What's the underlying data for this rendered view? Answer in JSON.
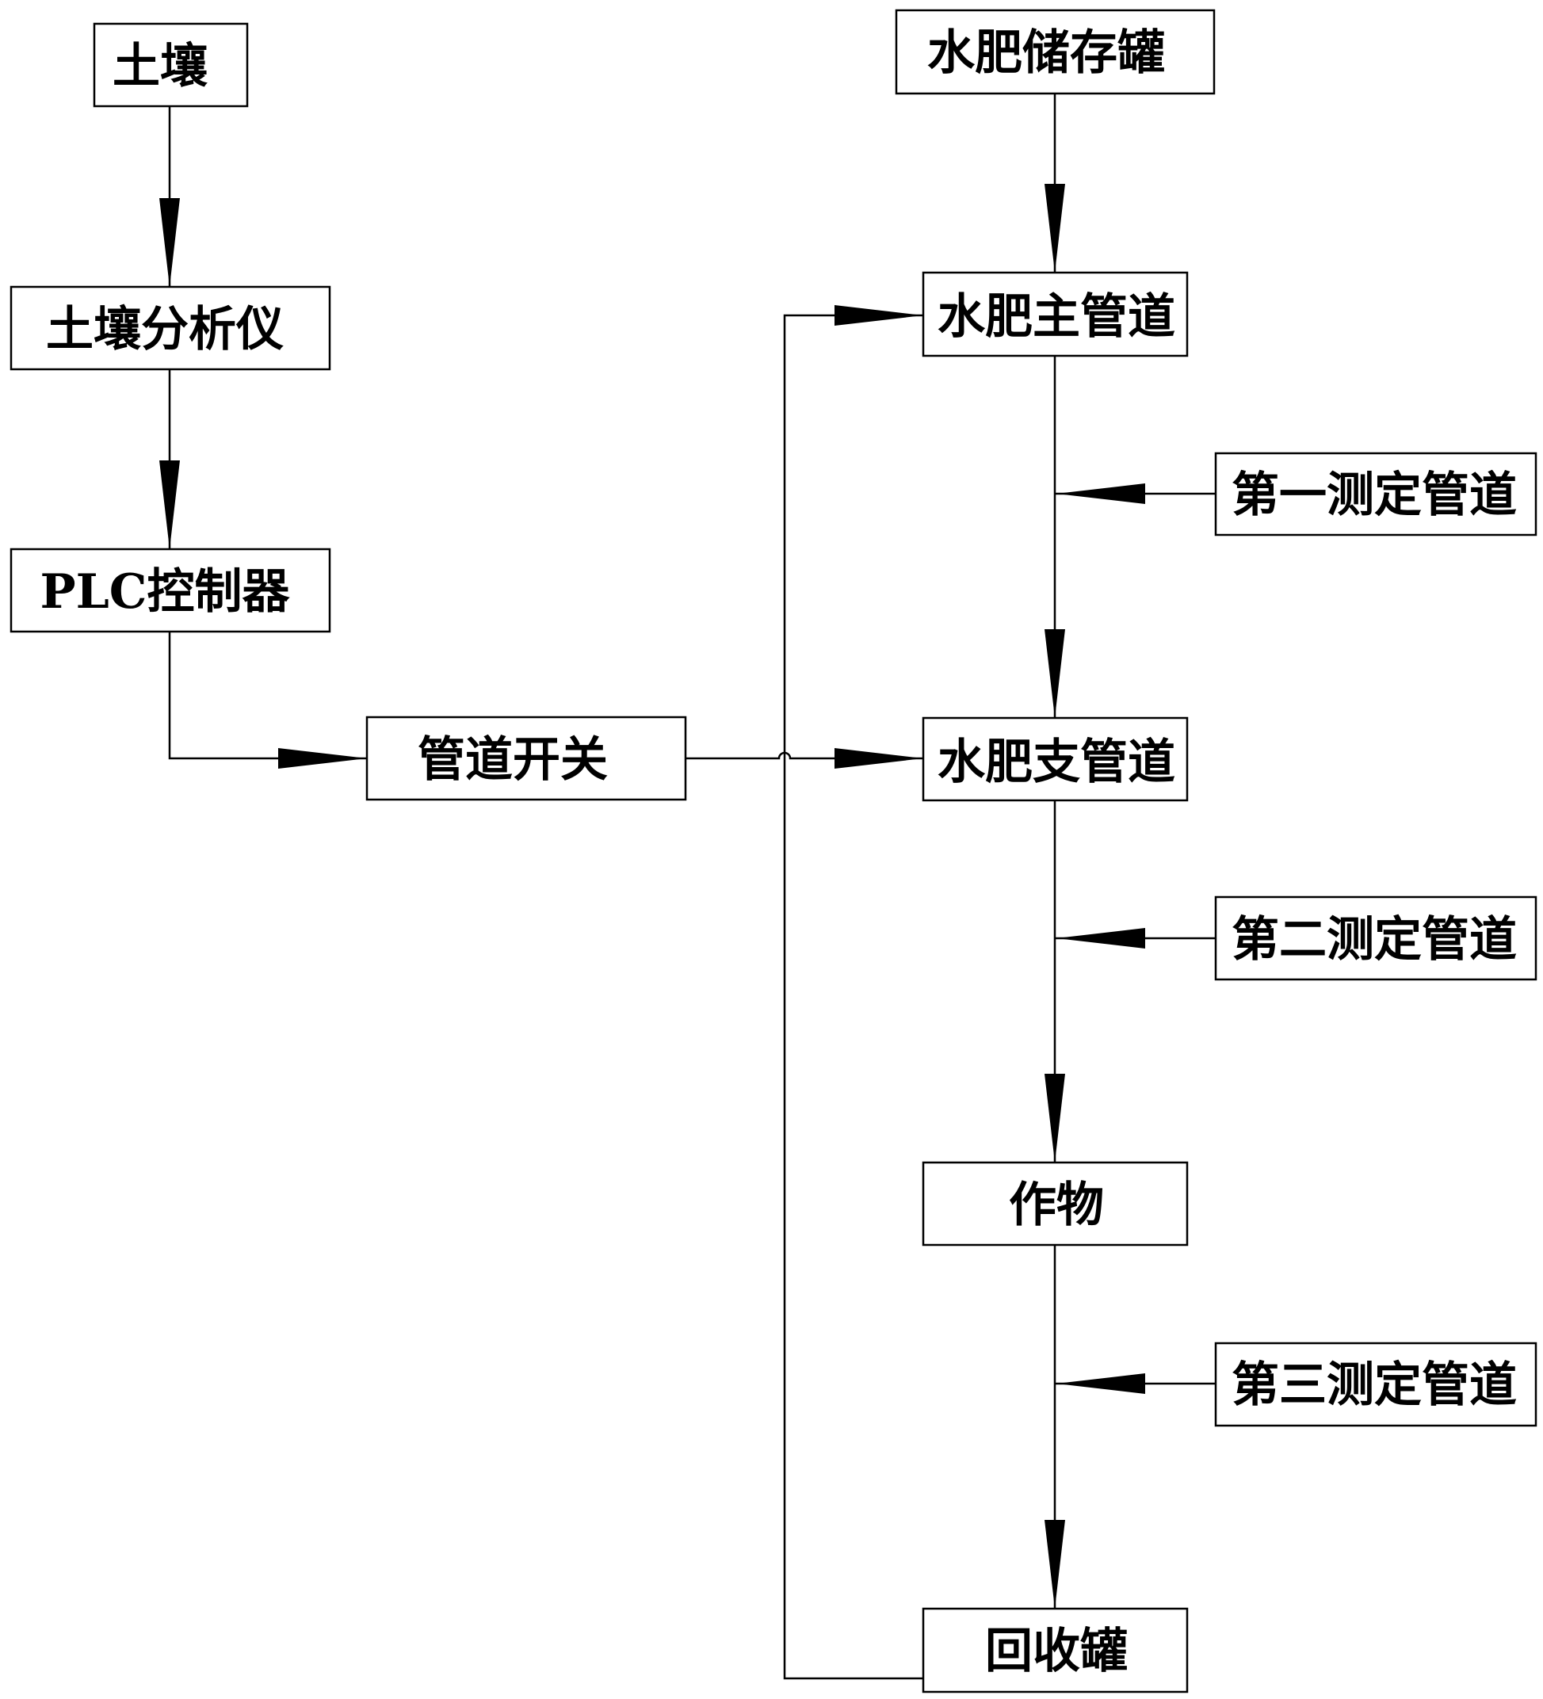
{
  "nodes": {
    "soil": "土壤",
    "soil_analyzer": "土壤分析仪",
    "plc_controller": "PLC控制器",
    "pipe_switch": "管道开关",
    "storage_tank": "水肥储存罐",
    "main_pipe": "水肥主管道",
    "branch_pipe": "水肥支管道",
    "crop": "作物",
    "recovery_tank": "回收罐",
    "measure_pipe_1": "第一测定管道",
    "measure_pipe_2": "第二测定管道",
    "measure_pipe_3": "第三测定管道"
  },
  "edges": [
    {
      "from": "soil",
      "to": "soil_analyzer"
    },
    {
      "from": "soil_analyzer",
      "to": "plc_controller"
    },
    {
      "from": "plc_controller",
      "to": "pipe_switch"
    },
    {
      "from": "pipe_switch",
      "to": "branch_pipe"
    },
    {
      "from": "storage_tank",
      "to": "main_pipe"
    },
    {
      "from": "main_pipe",
      "to": "branch_pipe"
    },
    {
      "from": "measure_pipe_1",
      "to": "main_pipe-branch_pipe line"
    },
    {
      "from": "branch_pipe",
      "to": "crop"
    },
    {
      "from": "measure_pipe_2",
      "to": "branch_pipe-crop line"
    },
    {
      "from": "crop",
      "to": "recovery_tank"
    },
    {
      "from": "measure_pipe_3",
      "to": "crop-recovery_tank line"
    },
    {
      "from": "recovery_tank",
      "to": "main_pipe"
    }
  ]
}
